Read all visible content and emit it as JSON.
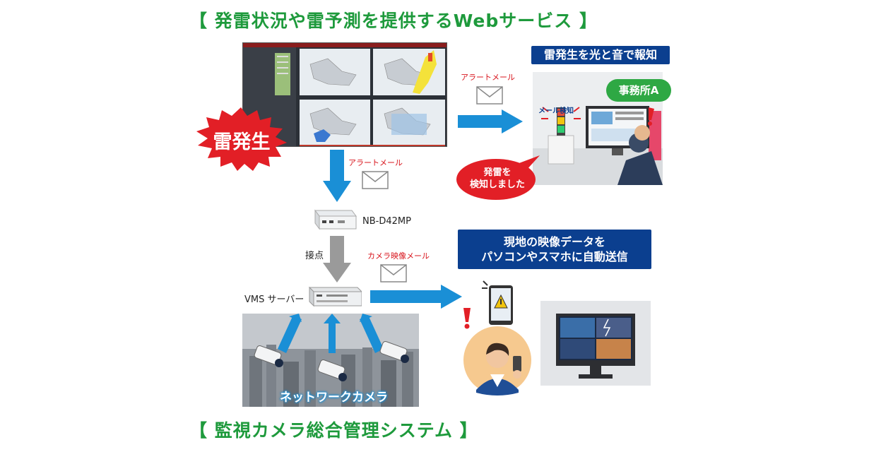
{
  "titles": {
    "top": "【 発雷状況や雷予測を提供するWebサービス 】",
    "bottom": "【 監視カメラ総合管理システム 】"
  },
  "burst": {
    "label": "雷発生"
  },
  "alerts": {
    "alert_mail_right": "アラートメール",
    "alert_mail_down": "アラートメール",
    "camera_mail": "カメラ映像メール"
  },
  "devices": {
    "nb": "NB-D42MP",
    "contact": "接点",
    "vms": "VMS サーバー"
  },
  "office": {
    "notify_box": "雷発生を光と音で報知",
    "office_a": "事務所A",
    "mail_detect": "メール検知",
    "bubble_line1": "発雷を",
    "bubble_line2": "検知しました"
  },
  "video": {
    "line1": "現地の映像データを",
    "line2": "パソコンやスマホに自動送信"
  },
  "cameras": {
    "label": "ネットワークカメラ"
  },
  "colors": {
    "green": "#1e9a3c",
    "red": "#d8141c",
    "navy": "#0b3f8f",
    "arrow_blue": "#1a8fd6",
    "arrow_gray": "#9a9a9a"
  }
}
